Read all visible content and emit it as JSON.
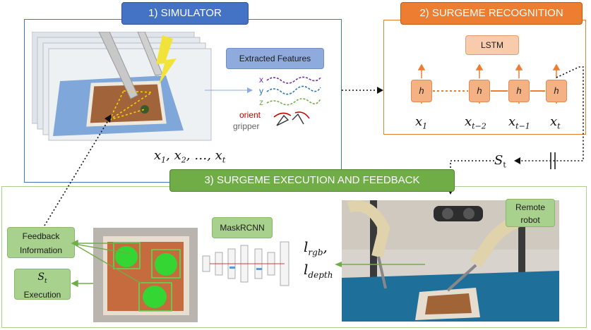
{
  "simulator": {
    "title": "1) SIMULATOR",
    "extracted_features": "Extracted Features",
    "legend": {
      "x": "x",
      "y": "y",
      "z": "z",
      "orient": "orient",
      "gripper": "gripper"
    },
    "sequence_label_parts": [
      "x",
      "1",
      ", x",
      "2",
      ", …, x",
      "t"
    ]
  },
  "recognition": {
    "title": "2) SURGEME RECOGNITION",
    "lstm": "LSTM",
    "cells": [
      {
        "h": "h",
        "x": "x",
        "sub": "1"
      },
      {
        "h": "h",
        "x": "x",
        "sub": "t−2"
      },
      {
        "h": "h",
        "x": "x",
        "sub": "t−1"
      },
      {
        "h": "h",
        "x": "x",
        "sub": "t"
      }
    ]
  },
  "st_label": {
    "s": "S",
    "sub": "t"
  },
  "execution": {
    "title": "3) SURGEME EXECUTION AND FEEDBACK",
    "feedback": "Feedback Information",
    "st_exec_s": "S",
    "st_exec_sub": "t",
    "execution": "Execution",
    "maskrcnn": "MaskRCNN",
    "l_rgb": {
      "l": "l",
      "sub": "rgb",
      "trail": ","
    },
    "l_depth": {
      "l": "l",
      "sub": "depth"
    },
    "remote_robot": "Remote robot"
  },
  "colors": {
    "blue": "#4472c4",
    "orange": "#ed7d31",
    "green": "#70ad47",
    "feature_x": "#7030a0",
    "feature_y": "#2e75b6",
    "feature_z": "#70ad47",
    "orient": "#c00000"
  }
}
